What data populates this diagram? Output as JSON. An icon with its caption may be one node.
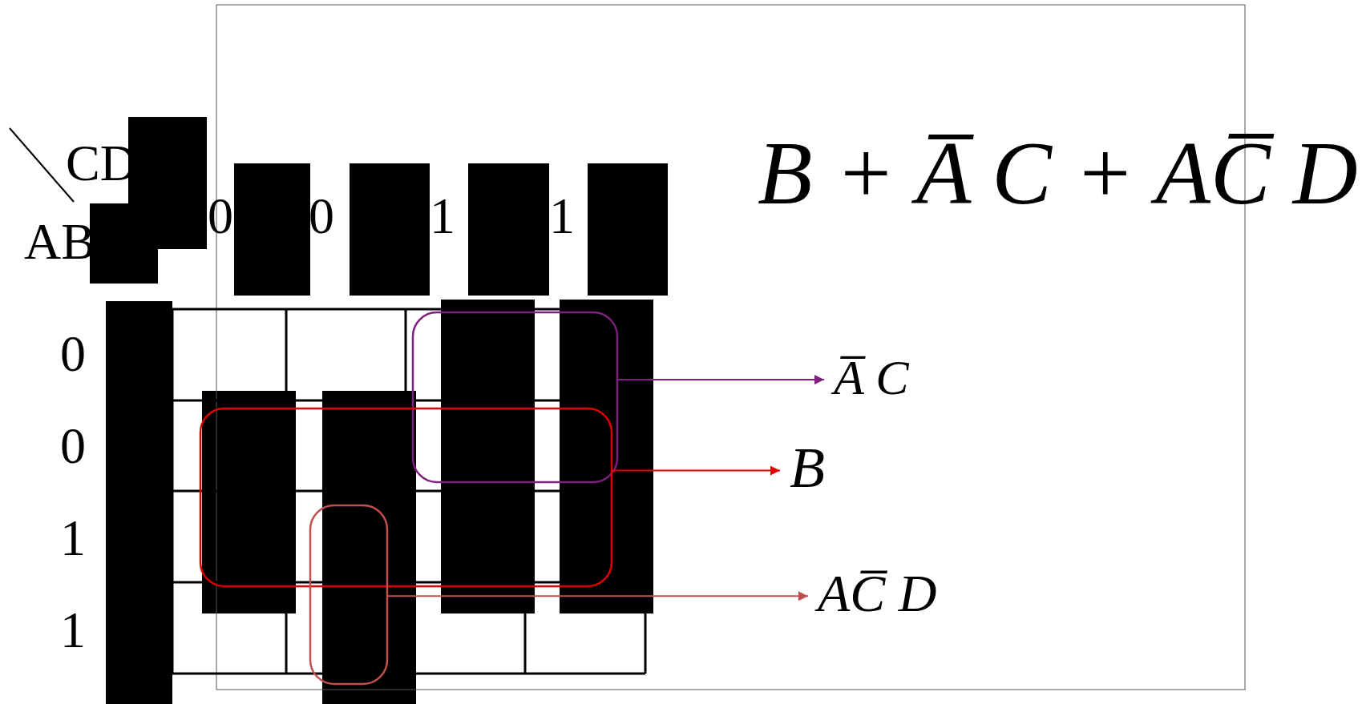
{
  "diagram": {
    "nodes": [
      {
        "text": [],
        "shape": "box"
      },
      {
        "text": [],
        "shape": "box"
      },
      {
        "text": [],
        "shape": "box"
      },
      {
        "text": [
          "A̅ C"
        ]
      },
      {
        "text": [
          "B"
        ]
      },
      {
        "text": [
          "AC̅ D"
        ]
      }
    ],
    "edges": [
      {
        "from": 0,
        "to": 3,
        "arrow": "to",
        "color": "#7f1f7f"
      },
      {
        "from": 1,
        "to": 4,
        "arrow": "to",
        "color": "#e00000"
      },
      {
        "from": 2,
        "to": 5,
        "arrow": "to",
        "color": "#c0504d"
      }
    ],
    "labels": [
      "CD",
      "B + A̅ C + AC̅ D",
      "0",
      "0",
      "1",
      "1",
      "AB",
      "0",
      "0",
      "1",
      "1"
    ]
  }
}
